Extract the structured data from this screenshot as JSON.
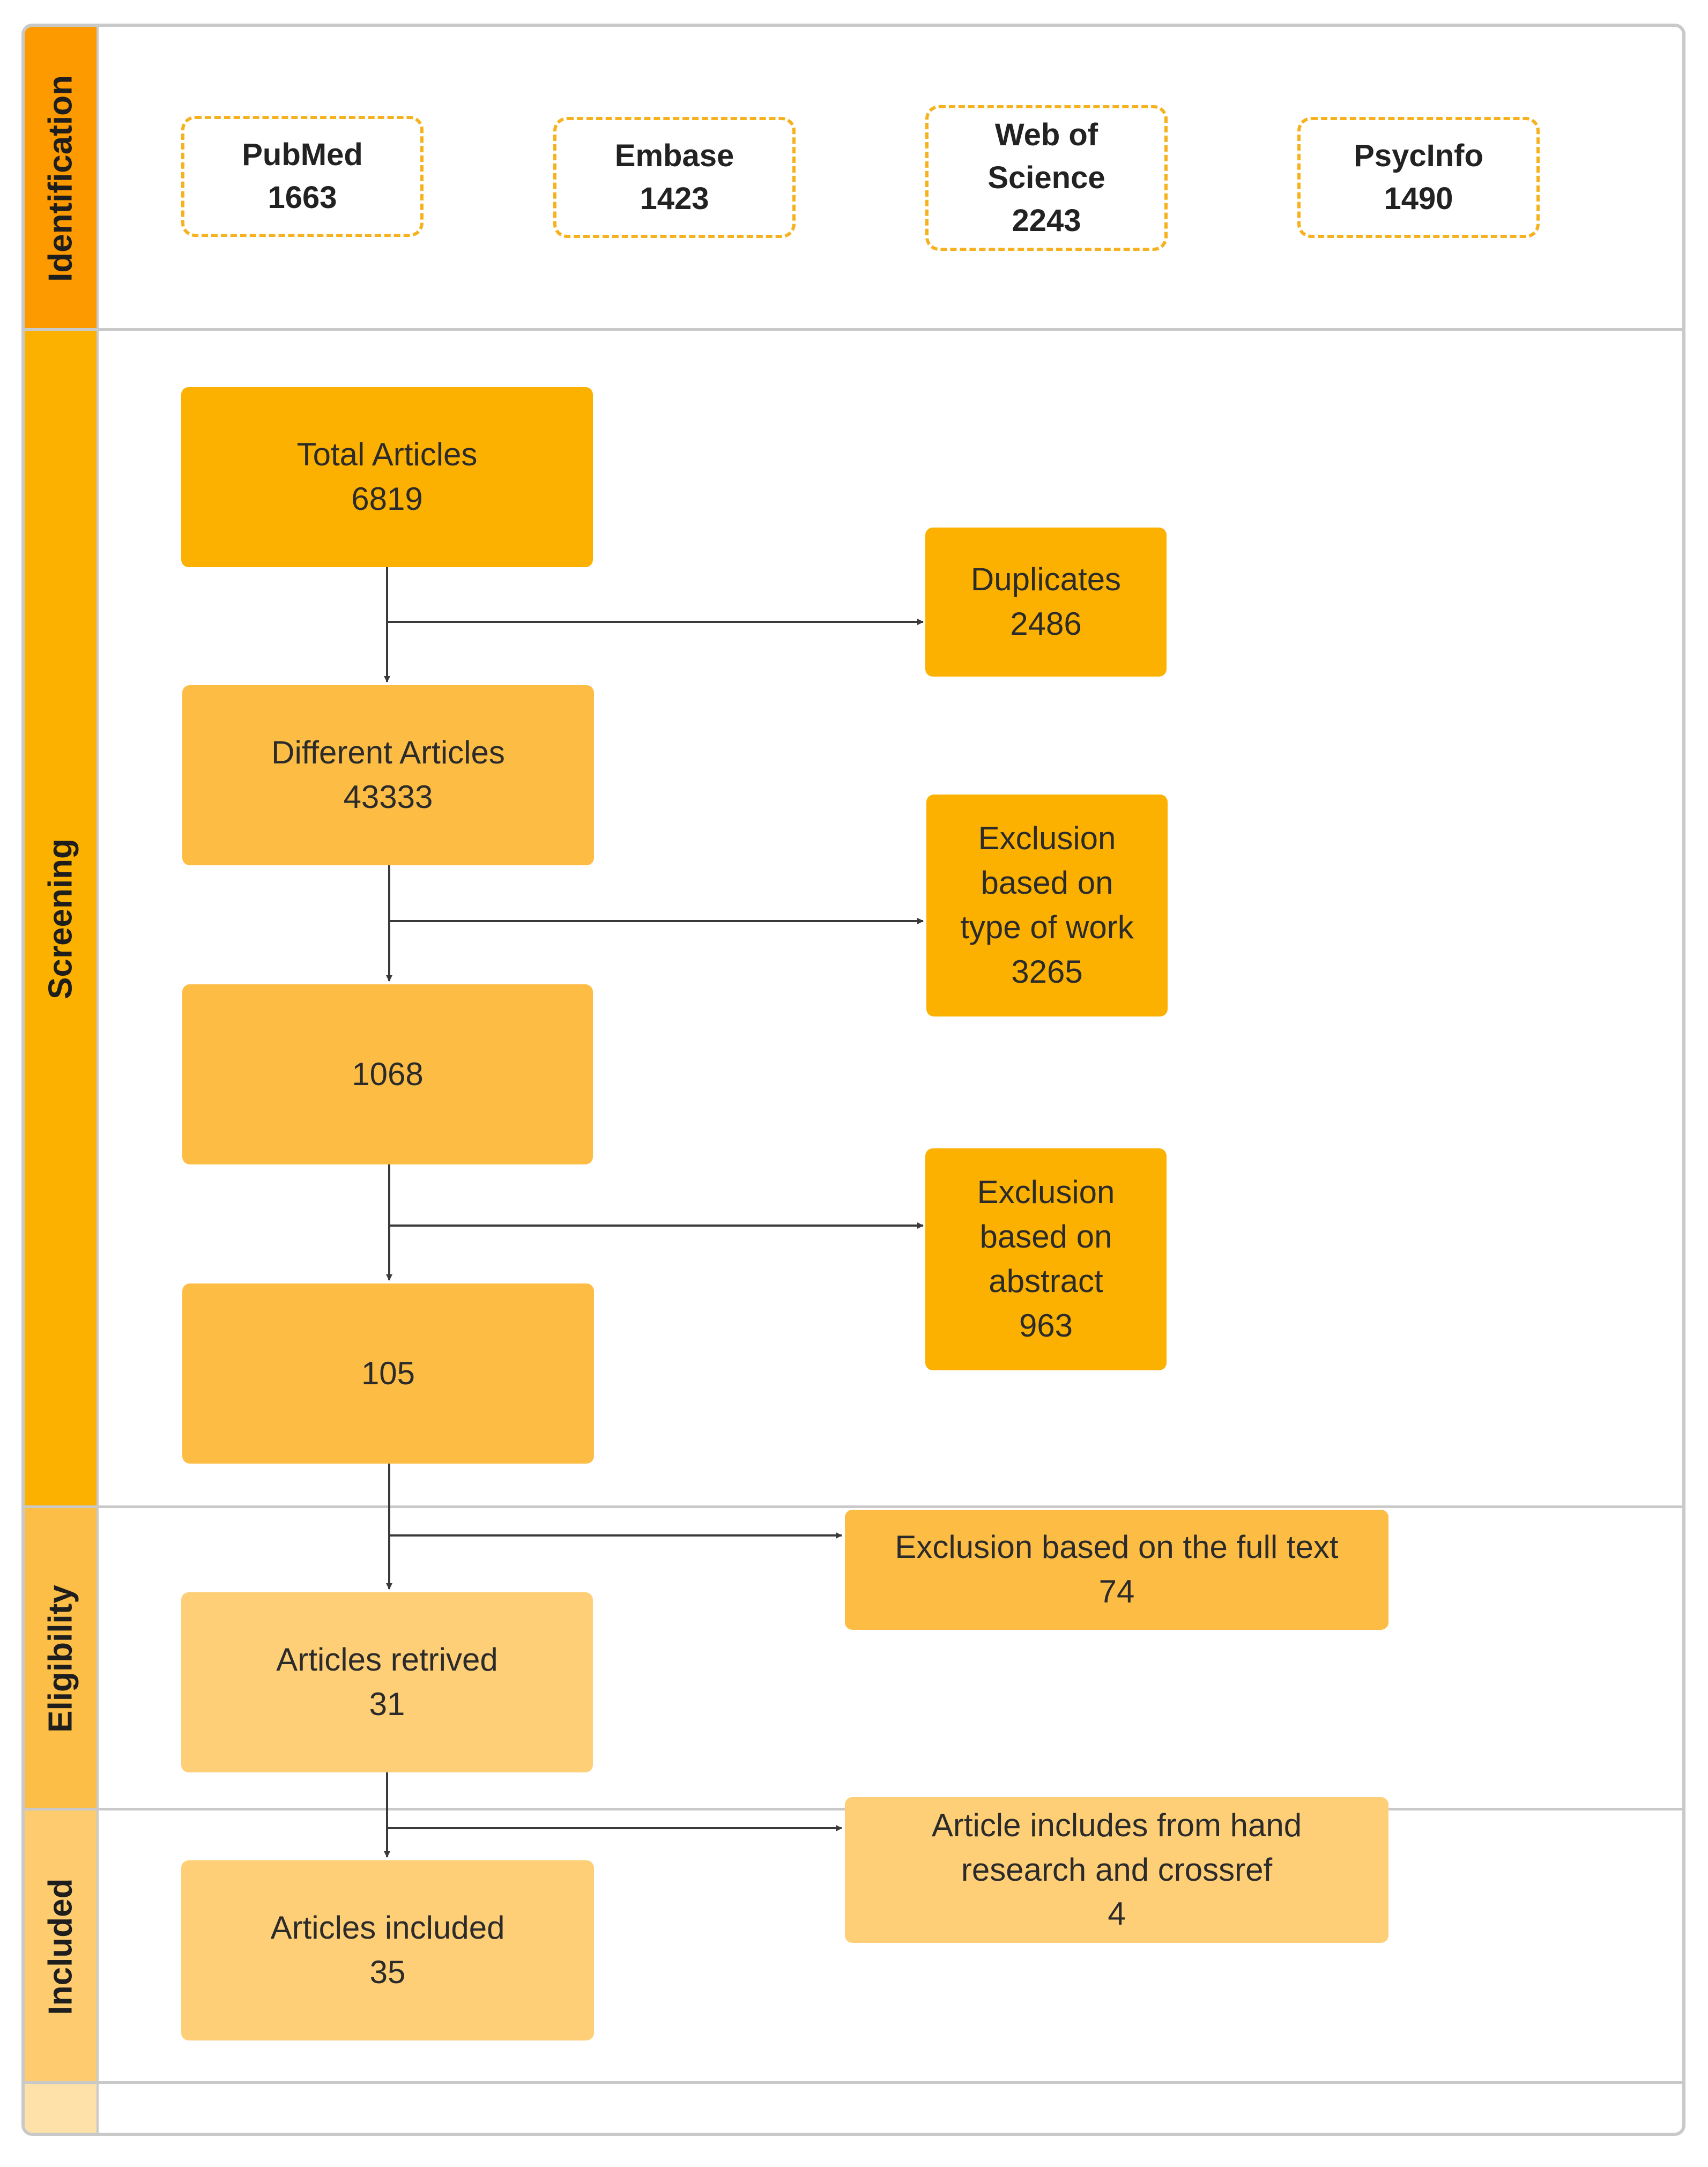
{
  "lanes": [
    {
      "id": "identification",
      "label": "Identification",
      "color": "#fc9a00"
    },
    {
      "id": "screening",
      "label": "Screening",
      "color": "#fcb000"
    },
    {
      "id": "eligibility",
      "label": "Eligibility",
      "color": "#fdbe48"
    },
    {
      "id": "included",
      "label": "Included",
      "color": "#fecb6e"
    },
    {
      "id": "footer",
      "label": "",
      "color": "#fee1a8"
    }
  ],
  "sources": {
    "pubmed": [
      "PubMed",
      "1663"
    ],
    "embase": [
      "Embase",
      "1423"
    ],
    "wos": [
      "Web of",
      "Science",
      "2243"
    ],
    "psycinfo": [
      "PsycInfo",
      "1490"
    ]
  },
  "main": {
    "total": [
      "Total Articles",
      "6819"
    ],
    "different": [
      "Different Articles",
      "43333"
    ],
    "after_type": [
      "1068"
    ],
    "after_abstract": [
      "105"
    ],
    "retrieved": [
      "Articles retrived",
      "31"
    ],
    "included": [
      "Articles included",
      "35"
    ]
  },
  "side": {
    "duplicates": [
      "Duplicates",
      "2486"
    ],
    "excl_type": [
      "Exclusion",
      "based on",
      "type of work",
      "3265"
    ],
    "excl_abstract": [
      "Exclusion",
      "based on",
      "abstract",
      "963"
    ],
    "excl_fulltext": [
      "Exclusion based on the full text",
      "74"
    ],
    "hand_search": [
      "Article includes from hand",
      "research and crossref",
      "4"
    ]
  },
  "colors": {
    "identification_lane": "#fc9a00",
    "box_dark": "#fcb000",
    "box_medium": "#fdbd45",
    "box_light": "#fecf76",
    "source_border": "#f6b21e",
    "arrow": "#3a3a3a"
  }
}
